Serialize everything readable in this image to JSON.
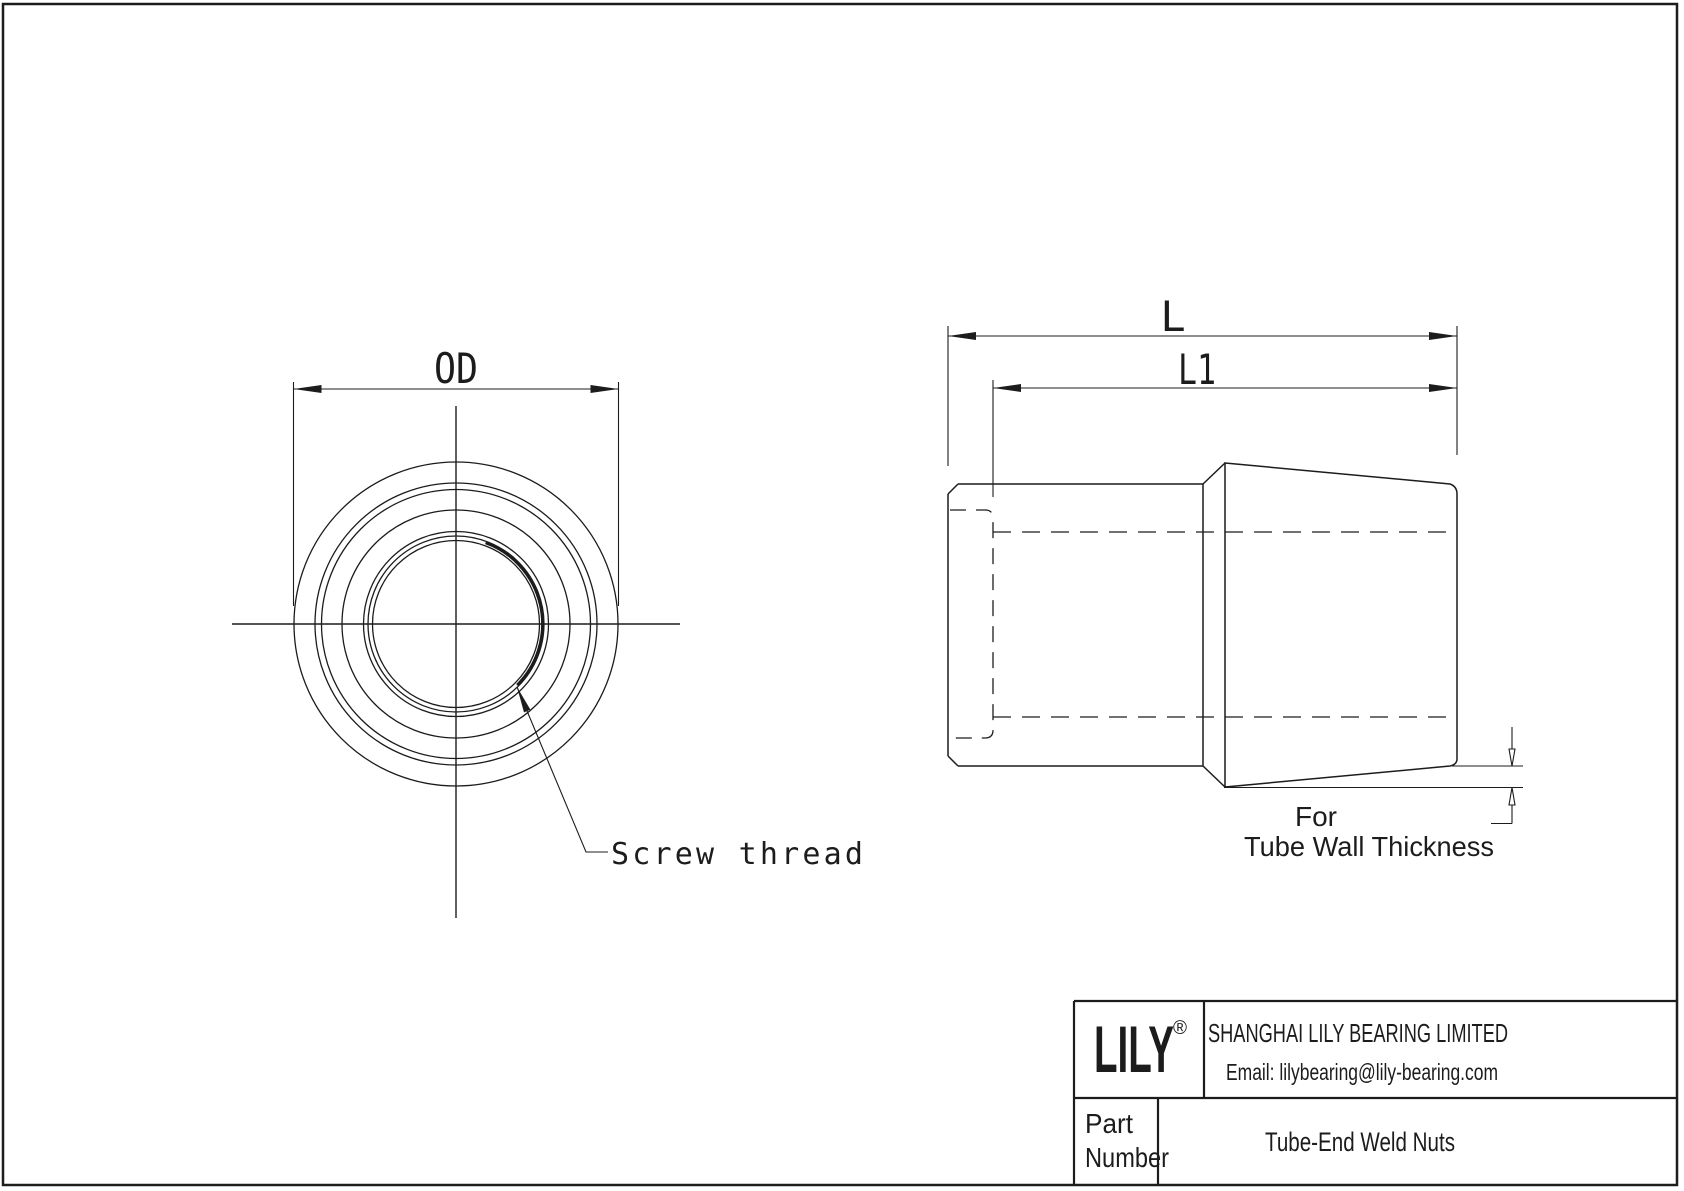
{
  "sheet": {
    "background": "#ffffff",
    "line_color": "#1c1c1c"
  },
  "front_view": {
    "od_label": "OD",
    "thread_label": "Screw thread"
  },
  "side_view": {
    "length_label": "L",
    "length1_label": "L1",
    "wall_label_line1": "For",
    "wall_label_line2": "Tube Wall Thickness"
  },
  "title_block": {
    "logo_text": "LILY",
    "registered_symbol": "®",
    "company_name": "SHANGHAI LILY BEARING LIMITED",
    "email_line": "Email: lilybearing@lily-bearing.com",
    "part_label_line1": "Part",
    "part_label_line2": "Number",
    "product_title": "Tube-End Weld Nuts"
  }
}
